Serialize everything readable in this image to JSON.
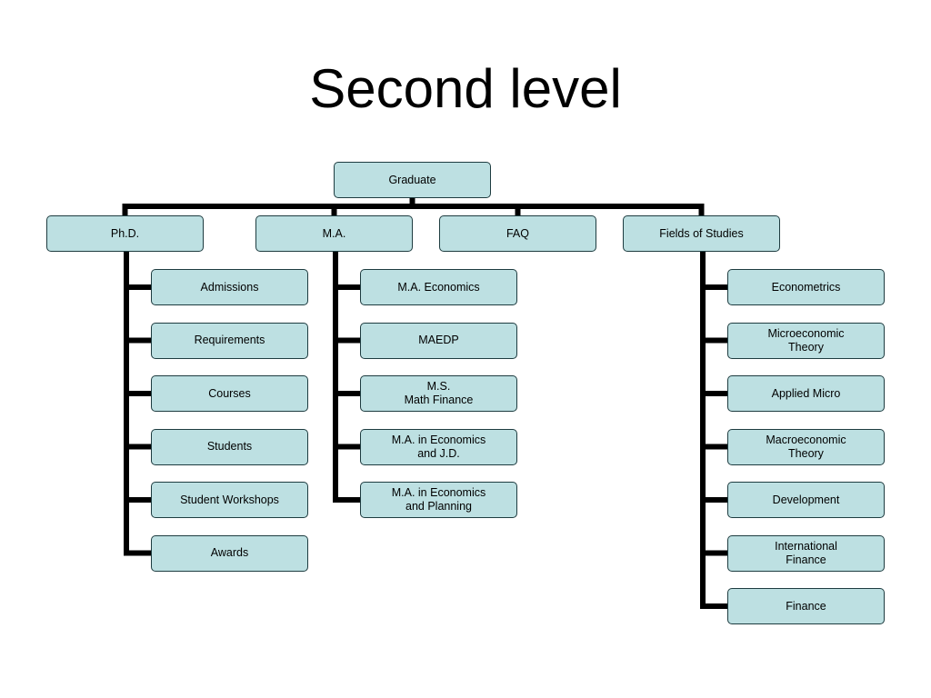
{
  "title": "Second level",
  "org_chart": {
    "root": "Graduate",
    "branches": [
      {
        "label": "Ph.D.",
        "children": [
          "Admissions",
          "Requirements",
          "Courses",
          "Students",
          "Student Workshops",
          "Awards"
        ]
      },
      {
        "label": "M.A.",
        "children": [
          "M.A. Economics",
          "MAEDP",
          "M.S.\nMath Finance",
          "M.A. in Economics\nand J.D.",
          "M.A. in Economics\nand Planning"
        ]
      },
      {
        "label": "FAQ",
        "children": []
      },
      {
        "label": "Fields of Studies",
        "children": [
          "Econometrics",
          "Microeconomic\nTheory",
          "Applied Micro",
          "Macroeconomic\nTheory",
          "Development",
          "International\nFinance",
          "Finance"
        ]
      }
    ]
  },
  "colors": {
    "node_fill": "#bde0e2",
    "node_border": "#1e3c40",
    "connector": "#000000"
  }
}
